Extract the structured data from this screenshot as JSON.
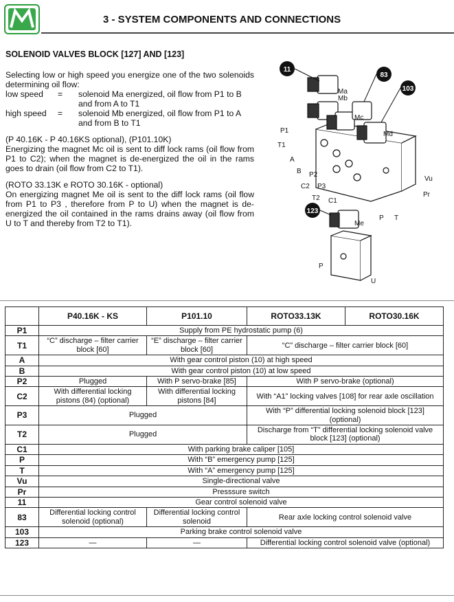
{
  "header": {
    "title": "3 - SYSTEM COMPONENTS AND CONNECTIONS"
  },
  "section_title": "SOLENOID VALVES BLOCK [127] AND [123]",
  "text": {
    "intro": "Selecting low or high speed you energize one of the two solenoids determining oil flow:",
    "low_key": "low speed",
    "low_val": "solenoid Ma energized, oil flow from P1 to B and from A to T1",
    "high_key": "high speed",
    "high_val": "solenoid Mb energized, oil flow from P1 to A and from B to T1",
    "eq": "=",
    "opt1": "(P 40.16K - P 40.16KS optional), (P101.10K)",
    "p1": "Energizing the magnet Mc oil is sent to diff lock rams (oil flow from P1 to C2); when the magnet is de-energized the oil in the rams goes to drain (oil flow from C2 to T1).",
    "opt2": "(ROTO 33.13K e ROTO 30.16K - optional)",
    "p2": "On energizing magnet Me oil is sent to the diff lock rams (oil flow from P1 to P3 , therefore from P to U) when the magnet is de-energized the oil contained in the rams drains away (oil flow from U to T and thereby from T2 to T1)."
  },
  "diagram": {
    "callouts": [
      "11",
      "83",
      "103",
      "123"
    ],
    "labels": [
      "Ma",
      "Mb",
      "Mc",
      "Md",
      "Me",
      "P1",
      "T1",
      "A",
      "B",
      "P2",
      "C2",
      "P3",
      "T2",
      "C1",
      "Vu",
      "Pr",
      "P",
      "T",
      "P",
      "U"
    ]
  },
  "table": {
    "headers": [
      "",
      "P40.16K - KS",
      "P101.10",
      "ROTO33.13K",
      "ROTO30.16K"
    ],
    "rows": [
      {
        "k": "P1",
        "span4": "Supply from PE hydrostatic pump (6)"
      },
      {
        "k": "T1",
        "c1": "“C” discharge – filter carrier block [60]",
        "c2": "“E” discharge – filter carrier block [60]",
        "c34": "“C” discharge – filter carrier block [60]"
      },
      {
        "k": "A",
        "span4": "With gear control piston (10) at high speed"
      },
      {
        "k": "B",
        "span4": "With gear control piston (10) at low speed"
      },
      {
        "k": "P2",
        "c1": "Plugged",
        "c2": "With P servo-brake [85]",
        "c34": "With P servo-brake (optional)"
      },
      {
        "k": "C2",
        "c1": "With differential locking pistons (84) (optional)",
        "c2": "With differential locking pistons [84]",
        "c34": "With “A1” locking valves [108] for rear axle oscillation"
      },
      {
        "k": "P3",
        "c12": "Plugged",
        "c34": "With “P” differential locking solenoid block [123] (optional)"
      },
      {
        "k": "T2",
        "c12": "Plugged",
        "c34": "Discharge from “T” differential locking solenoid valve block [123] (optional)"
      },
      {
        "k": "C1",
        "span4": "With parking brake caliper [105]"
      },
      {
        "k": "P",
        "span4": "With “B” emergency pump [125]"
      },
      {
        "k": "T",
        "span4": "With “A” emergency pump [125]"
      },
      {
        "k": "Vu",
        "span4": "Single-directional valve"
      },
      {
        "k": "Pr",
        "span4": "Presssure switch"
      },
      {
        "k": "11",
        "span4": "Gear control solenoid valve"
      },
      {
        "k": "83",
        "c1": "Differential locking control solenoid (optional)",
        "c2": "Differential locking control solenoid",
        "c34": "Rear axle locking control solenoid valve"
      },
      {
        "k": "103",
        "span4": "Parking brake control solenoid valve"
      },
      {
        "k": "123",
        "c1": "—",
        "c2": "—",
        "c34": "Differential locking control solenoid valve (optional)"
      }
    ]
  },
  "colors": {
    "logo_green": "#38a84a"
  }
}
